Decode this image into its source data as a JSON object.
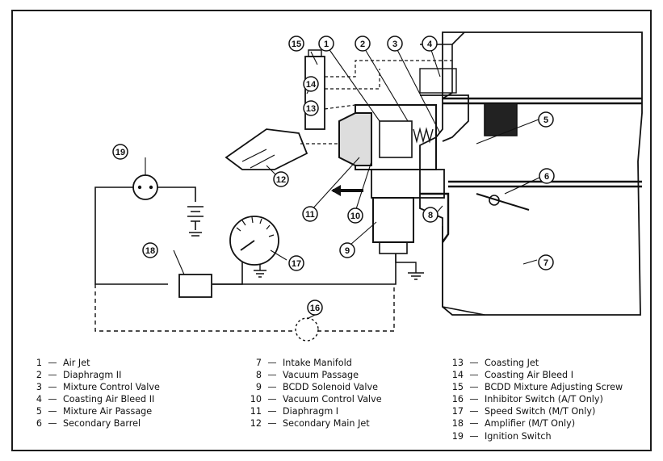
{
  "callouts": [
    "1",
    "2",
    "3",
    "4",
    "5",
    "6",
    "7",
    "8",
    "9",
    "10",
    "11",
    "12",
    "13",
    "14",
    "15",
    "16",
    "17",
    "18",
    "19"
  ],
  "legend": {
    "col1": [
      {
        "num": "1",
        "label": "Air Jet"
      },
      {
        "num": "2",
        "label": "Diaphragm II"
      },
      {
        "num": "3",
        "label": "Mixture Control Valve"
      },
      {
        "num": "4",
        "label": "Coasting Air Bleed II"
      },
      {
        "num": "5",
        "label": "Mixture Air Passage"
      },
      {
        "num": "6",
        "label": "Secondary Barrel"
      }
    ],
    "col2": [
      {
        "num": "7",
        "label": "Intake Manifold"
      },
      {
        "num": "8",
        "label": "Vacuum Passage"
      },
      {
        "num": "9",
        "label": "BCDD Solenoid Valve"
      },
      {
        "num": "10",
        "label": "Vacuum Control Valve"
      },
      {
        "num": "11",
        "label": "Diaphragm I"
      },
      {
        "num": "12",
        "label": "Secondary Main Jet"
      }
    ],
    "col3": [
      {
        "num": "13",
        "label": "Coasting Jet"
      },
      {
        "num": "14",
        "label": "Coasting Air Bleed I"
      },
      {
        "num": "15",
        "label": "BCDD Mixture Adjusting Screw"
      },
      {
        "num": "16",
        "label": "Inhibitor Switch (A/T Only)"
      },
      {
        "num": "17",
        "label": "Speed Switch (M/T Only)"
      },
      {
        "num": "18",
        "label": "Amplifier (M/T Only)"
      },
      {
        "num": "19",
        "label": "Ignition Switch"
      }
    ]
  },
  "colors": {
    "ink": "#111111",
    "paper": "#ffffff"
  }
}
